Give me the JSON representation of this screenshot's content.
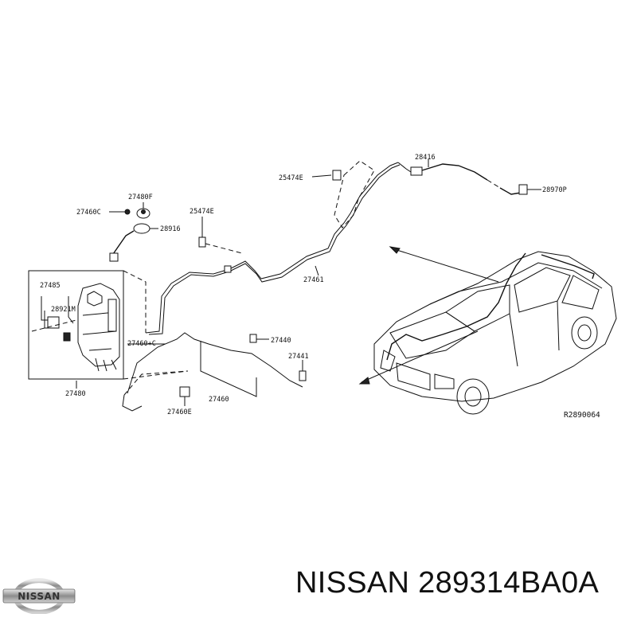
{
  "diagram": {
    "labels": {
      "p27480F": "27480F",
      "p27460C": "27460C",
      "p28916": "28916",
      "p25474E_left": "25474E",
      "p25474E_top": "25474E",
      "p28416": "28416",
      "p28970P": "28970P",
      "p27461": "27461",
      "p27485": "27485",
      "p28921M": "28921M",
      "p27460plusC": "27460+C",
      "p27440": "27440",
      "p27441": "27441",
      "p27480": "27480",
      "p27460E": "27460E",
      "p27460": "27460"
    },
    "reference_code": "R2890064"
  },
  "logo": {
    "text": "NISSAN"
  },
  "caption": {
    "text": "NISSAN 289314BA0A"
  }
}
